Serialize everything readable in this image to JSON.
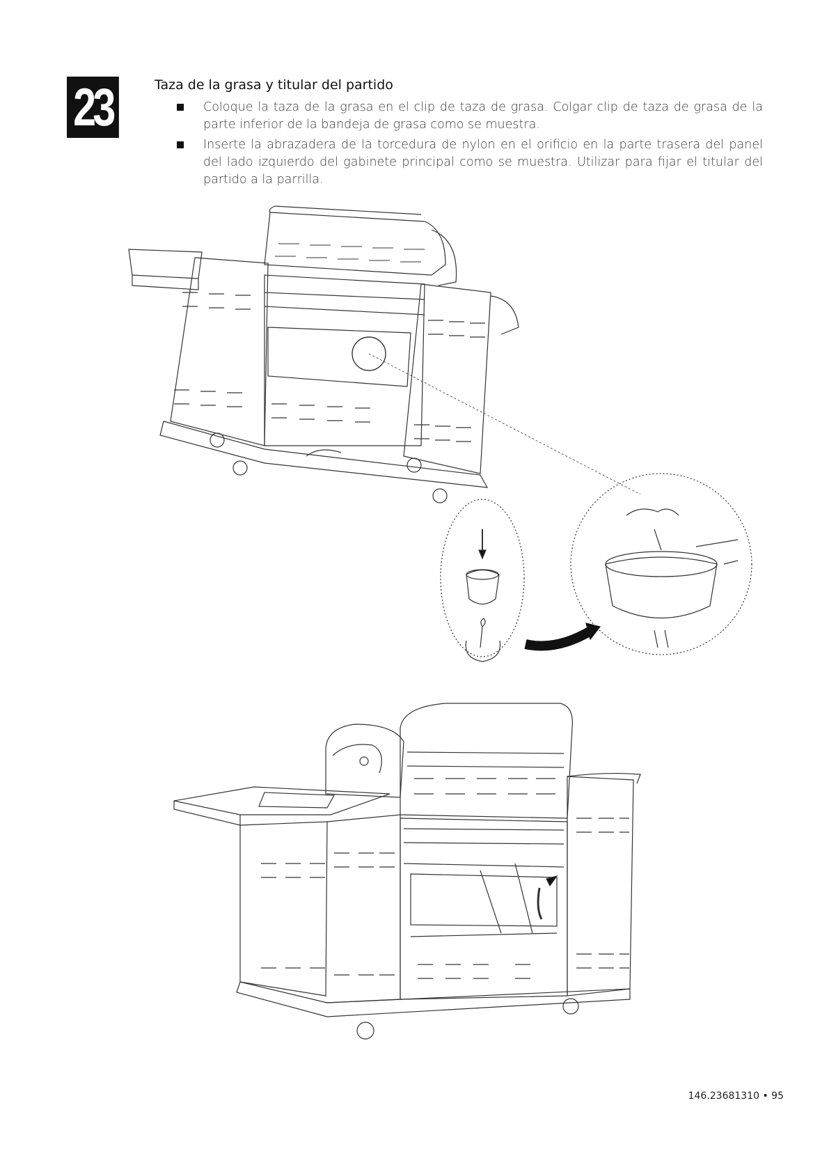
{
  "step": {
    "number": "23",
    "title": "Taza de la grasa y titular del partido"
  },
  "instructions": [
    {
      "text": "Coloque la taza de la grasa en el clip de taza de grasa. Colgar clip de taza de grasa de la parte inferior de la bandeja de grasa como se muestra."
    },
    {
      "text": "Inserte la abrazadera de la torcedura de nylon en el orificio en la parte trasera del panel del lado izquierdo del gabinete principal como se muestra. Utilizar para fijar el titular del partido a la parrilla."
    }
  ],
  "footer": {
    "model_page": "146.23681310 • 95"
  }
}
